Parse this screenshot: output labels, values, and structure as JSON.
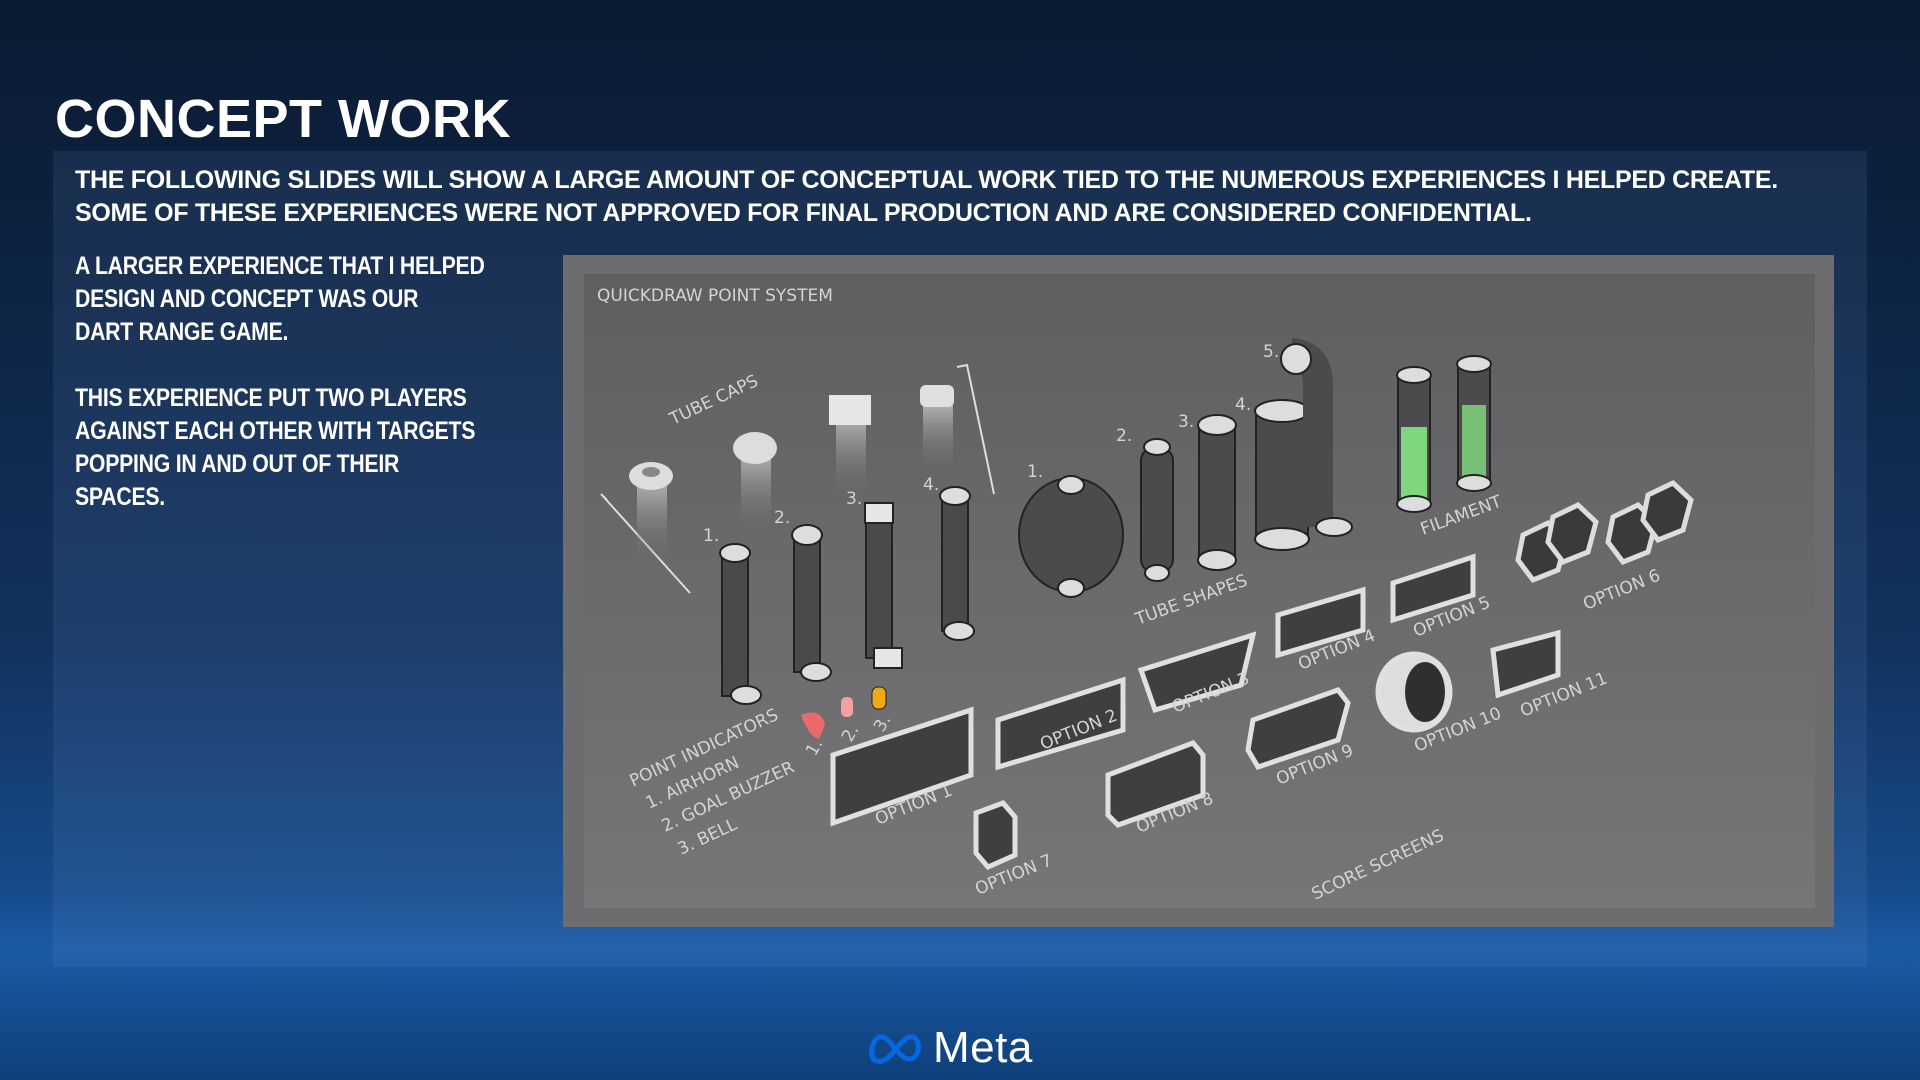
{
  "slide": {
    "title": "CONCEPT WORK",
    "intro_lines": [
      "THE FOLLOWING SLIDES WILL SHOW A LARGE AMOUNT OF CONCEPTUAL WORK TIED TO THE NUMEROUS EXPERIENCES I HELPED CREATE.",
      "SOME OF THESE EXPERIENCES WERE NOT APPROVED FOR FINAL PRODUCTION AND ARE CONSIDERED CONFIDENTIAL."
    ],
    "paragraphs": [
      [
        "A LARGER EXPERIENCE THAT I HELPED",
        "DESIGN AND CONCEPT WAS OUR",
        "DART RANGE GAME."
      ],
      [
        "THIS EXPERIENCE PUT TWO PLAYERS",
        "AGAINST EACH OTHER WITH TARGETS",
        "POPPING IN AND OUT OF THEIR",
        "SPACES."
      ]
    ]
  },
  "concept_art": {
    "heading": "QUICKDRAW POINT SYSTEM",
    "tube_caps": "TUBE CAPS",
    "tube_shapes": "TUBE SHAPES",
    "filament": "FILAMENT",
    "score_screens": "SCORE SCREENS",
    "numbers": [
      "1.",
      "2.",
      "3.",
      "4.",
      "5."
    ],
    "point_indicators": [
      "POINT INDICATORS",
      "1. AIRHORN",
      "2. GOAL BUZZER",
      "3. BELL"
    ],
    "options": [
      "OPTION 1",
      "OPTION 2",
      "OPTION 3",
      "OPTION 4",
      "OPTION 5",
      "OPTION 6",
      "OPTION 7",
      "OPTION 8",
      "OPTION 9",
      "OPTION 10",
      "OPTION 11"
    ],
    "colors": {
      "filament_green": "#7fd67f",
      "airhorn": "#e86a6a",
      "buzzer": "#f3a0a0",
      "bell": "#f0a818"
    }
  },
  "footer": {
    "brand": "Meta",
    "brand_color": "#0668E1"
  }
}
